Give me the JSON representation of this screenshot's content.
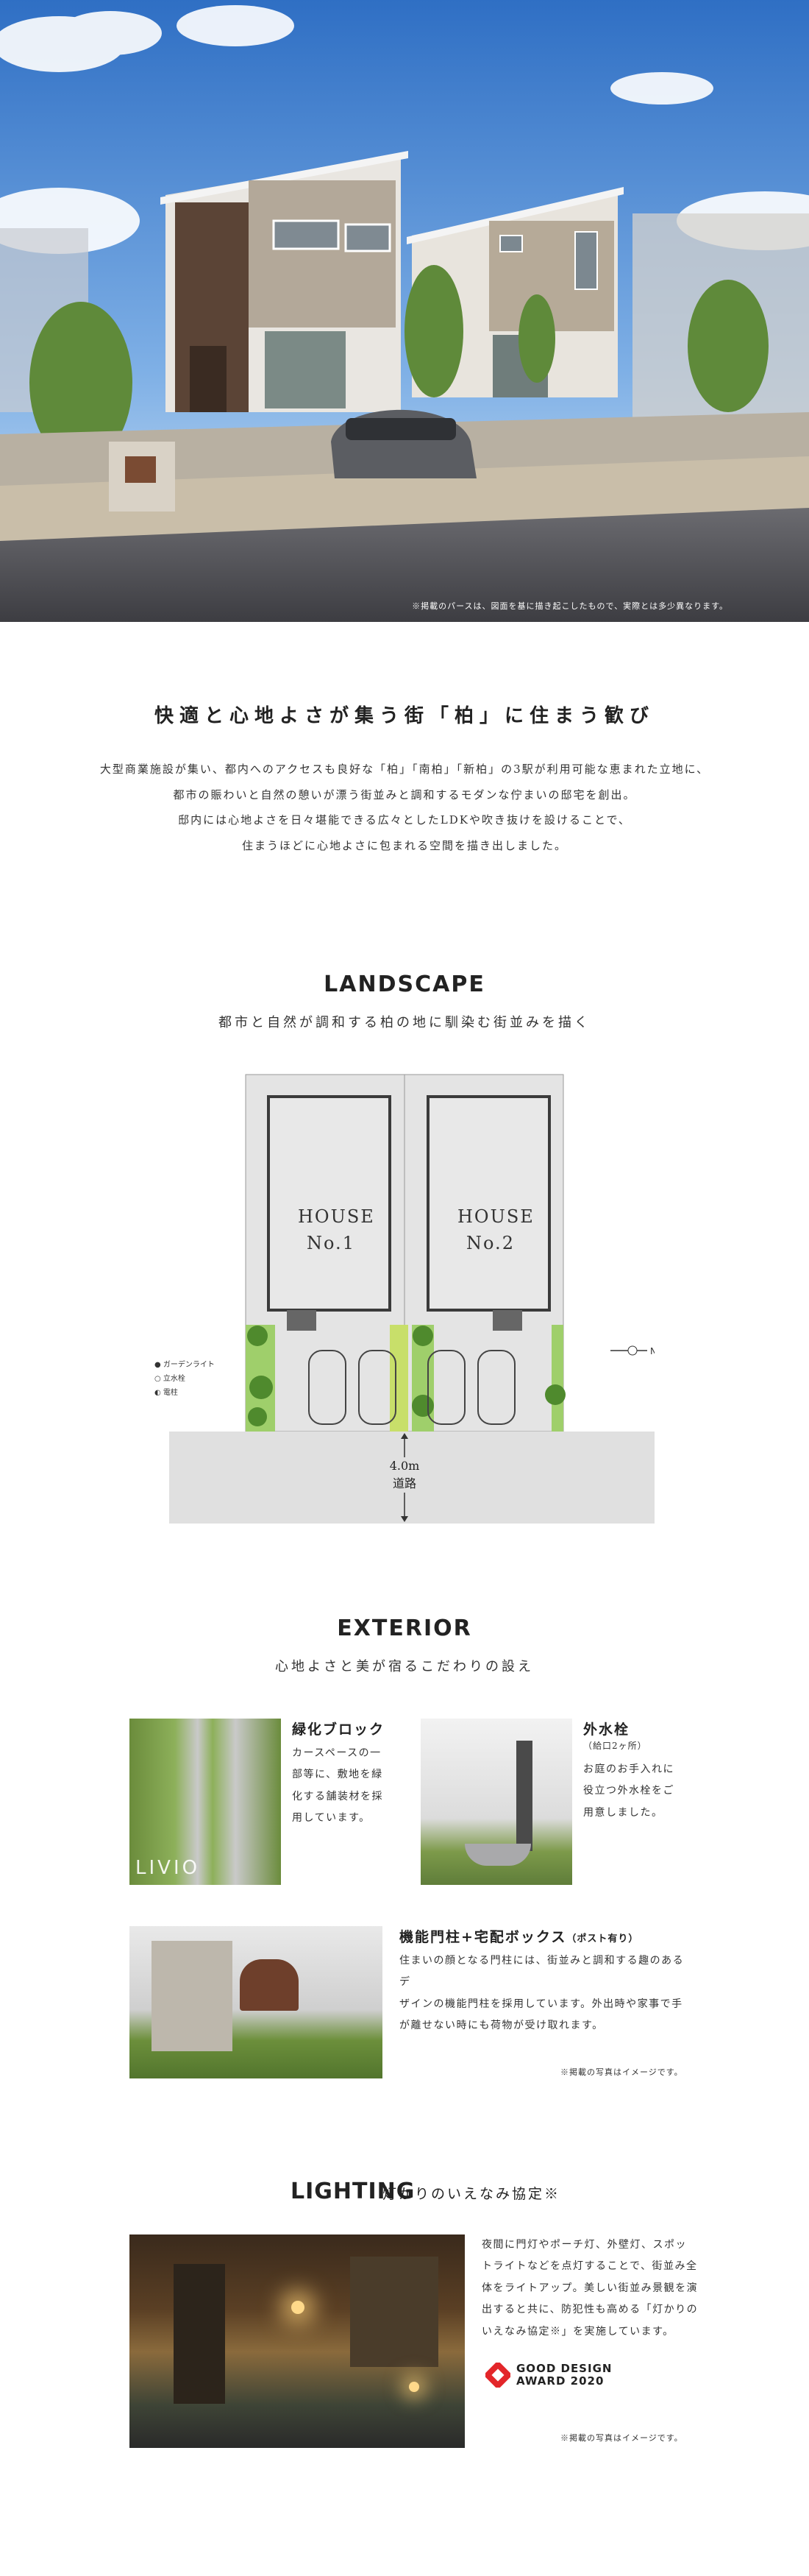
{
  "hero": {
    "note": "※掲載のパースは、図面を基に描き起こしたもので、実際とは多少異なります。"
  },
  "intro": {
    "heading": "快適と心地よさが集う街「柏」に住まう歓び",
    "lines": [
      "大型商業施設が集い、都内へのアクセスも良好な「柏」「南柏」「新柏」の3駅が利用可能な恵まれた立地に、",
      "都市の賑わいと自然の憩いが漂う街並みと調和するモダンな佇まいの邸宅を創出。",
      "邸内には心地よさを日々堪能できる広々としたLDKや吹き抜けを設けることで、",
      "住まうほどに心地よさに包まれる空間を描き出しました。"
    ]
  },
  "landscape": {
    "title": "LANDSCAPE",
    "subtitle": "都市と自然が調和する柏の地に馴染む街並みを描く",
    "house1_line1": "HOUSE",
    "house1_line2": "No.1",
    "house2_line1": "HOUSE",
    "house2_line2": "No.2",
    "legend": [
      "ガーデンライト",
      "立水栓",
      "電柱"
    ],
    "road_width": "4.0m",
    "road_label": "道路"
  },
  "exterior": {
    "title": "EXTERIOR",
    "subtitle": "心地よさと美が宿るこだわりの設え",
    "item1": {
      "title": "緑化ブロック",
      "text_lines": [
        "カースペースの一",
        "部等に、敷地を緑",
        "化する舗装材を採",
        "用しています。"
      ],
      "photo_mark": "LIVIO"
    },
    "item2": {
      "title": "外水栓",
      "sub": "（給口2ヶ所）",
      "text_lines": [
        "お庭のお手入れに",
        "役立つ外水栓をご",
        "用意しました。"
      ]
    },
    "item3": {
      "title": "機能門柱+宅配ボックス",
      "title_sub": "（ポスト有り）",
      "text_lines": [
        "住まいの顔となる門柱には、街並みと調和する趣のあるデ",
        "ザインの機能門柱を採用しています。外出時や家事で手",
        "が離せない時にも荷物が受け取れます。"
      ]
    },
    "note": "※掲載の写真はイメージです。"
  },
  "lighting": {
    "title": "LIGHTING",
    "subtitle": "灯かりのいえなみ協定※",
    "text_lines": [
      "夜間に門灯やポーチ灯、外壁灯、スポッ",
      "トライトなどを点灯することで、街並み全",
      "体をライトアップ。美しい街並み景観を演",
      "出すると共に、防犯性も高める「灯かりの",
      "いえなみ協定※」を実施しています。"
    ],
    "award_line1": "GOOD DESIGN",
    "award_line2": "AWARD 2020",
    "note": "※掲載の写真はイメージです。"
  }
}
